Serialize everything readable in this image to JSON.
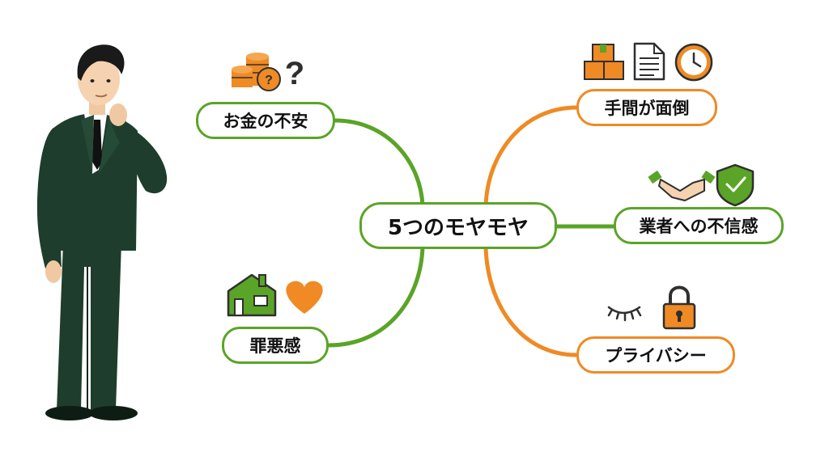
{
  "center": {
    "label": "5つのモヤモヤ"
  },
  "nodes": {
    "money": {
      "label": "お金の不安",
      "icons": [
        "coins-icon",
        "question-mark-icon"
      ]
    },
    "guilt": {
      "label": "罪悪感",
      "icons": [
        "house-icon",
        "heart-icon"
      ]
    },
    "effort": {
      "label": "手間が面倒",
      "icons": [
        "boxes-icon",
        "document-icon",
        "clock-icon"
      ]
    },
    "trust": {
      "label": "業者への不信感",
      "icons": [
        "handshake-icon",
        "shield-icon"
      ]
    },
    "privacy": {
      "label": "プライバシー",
      "icons": [
        "closed-eye-icon",
        "padlock-icon"
      ]
    }
  },
  "colors": {
    "green": "#5aa427",
    "orange": "#ef8a24",
    "suit": "#1e3d2c"
  },
  "question_mark": "?"
}
